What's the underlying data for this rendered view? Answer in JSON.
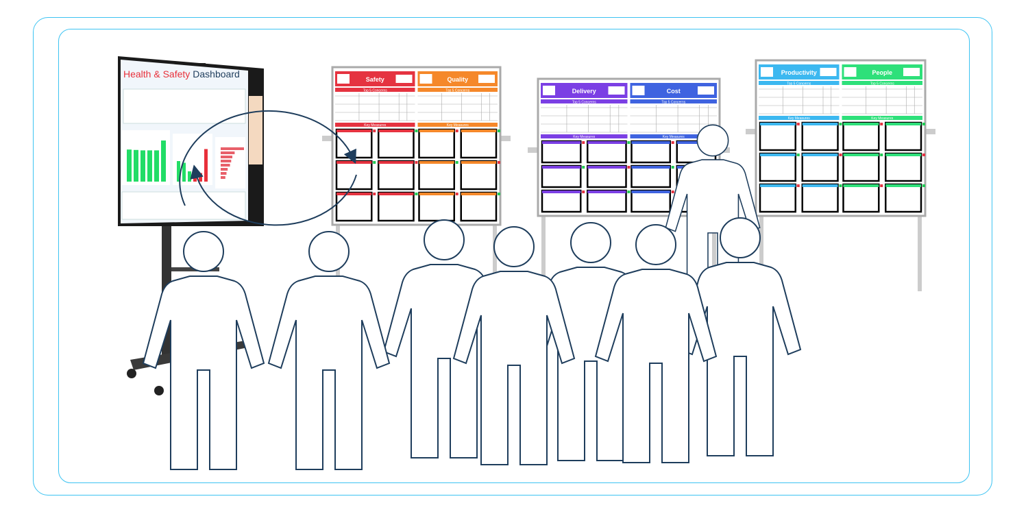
{
  "tv": {
    "title_part1": "Health & Safety",
    "title_part2": "Dashboard",
    "accent": "#e8303a",
    "bar_color": "#22dd66",
    "chart_bars": [
      0.78,
      0.77,
      0.76,
      0.76,
      0.76,
      1.0
    ],
    "chart2_bars": [
      0.6,
      0.55,
      0.3,
      0.25,
      0.25,
      0.95
    ],
    "chart3_bars": [
      1.0,
      0.6,
      0.5,
      0.45,
      0.4,
      0.3,
      0.25,
      0.2
    ]
  },
  "boards": [
    {
      "panels": [
        {
          "title": "Safety",
          "color": "#e53340",
          "concerns": "Top 5 Concerns",
          "measures": "Key Measures"
        },
        {
          "title": "Quality",
          "color": "#f5882a",
          "concerns": "Top 5 Concerns",
          "measures": "Key Measures"
        }
      ]
    },
    {
      "panels": [
        {
          "title": "Delivery",
          "color": "#7b3fe4",
          "concerns": "Top 5 Concerns",
          "measures": "Key Measures"
        },
        {
          "title": "Cost",
          "color": "#3f63e0",
          "concerns": "Top 5 Concerns",
          "measures": "Key Measures"
        }
      ]
    },
    {
      "panels": [
        {
          "title": "Productivity",
          "color": "#3cb8f0",
          "concerns": "Top 5 Concerns",
          "measures": "Key Measures"
        },
        {
          "title": "People",
          "color": "#2ee07a",
          "concerns": "Top 5 Concerns",
          "measures": "Key Measures"
        }
      ]
    }
  ],
  "colors": {
    "frame": "#4cc4f2",
    "person_stroke": "#1e3d5c",
    "arrow": "#1e3d5c"
  }
}
